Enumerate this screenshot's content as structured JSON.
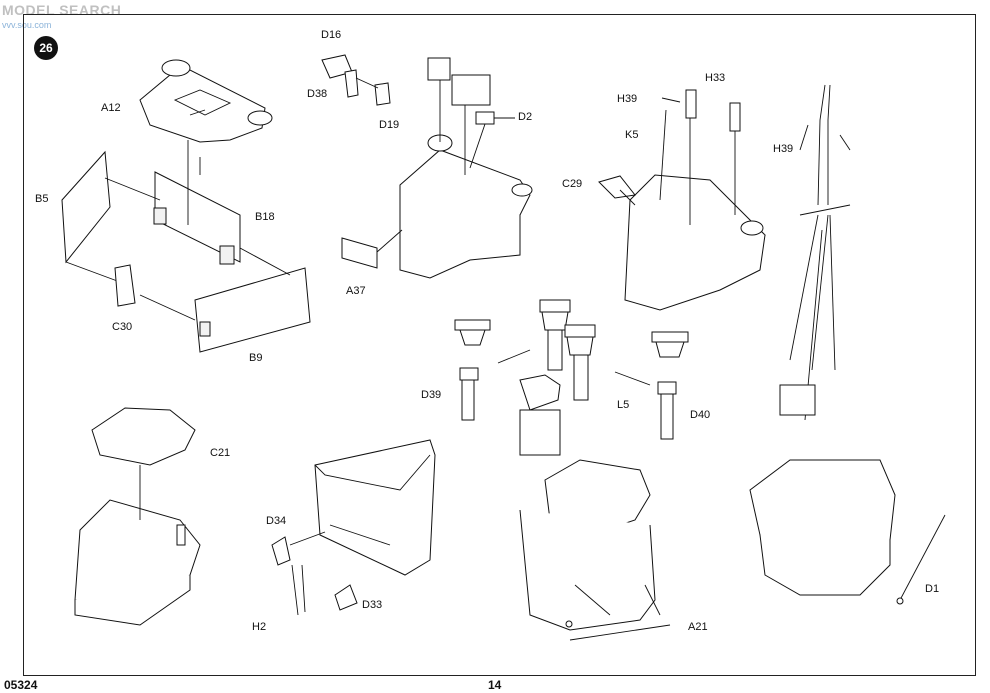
{
  "watermark": {
    "text": "MODEL SEARCH",
    "url": "vvv.sou.com"
  },
  "step_number": "26",
  "page_number": "14",
  "kit_number": "05324",
  "callouts": {
    "A12": "A12",
    "B5": "B5",
    "B18": "B18",
    "C30": "C30",
    "B9": "B9",
    "D16": "D16",
    "D38": "D38",
    "D19": "D19",
    "D2": "D2",
    "A37": "A37",
    "H39a": "H39",
    "H33": "H33",
    "K5": "K5",
    "H39b": "H39",
    "C29": "C29",
    "D39": "D39",
    "L5": "L5",
    "D40": "D40",
    "C21": "C21",
    "D34": "D34",
    "H2": "H2",
    "D33": "D33",
    "A21": "A21",
    "D1": "D1"
  },
  "colors": {
    "ink": "#111111",
    "paper": "#ffffff"
  }
}
